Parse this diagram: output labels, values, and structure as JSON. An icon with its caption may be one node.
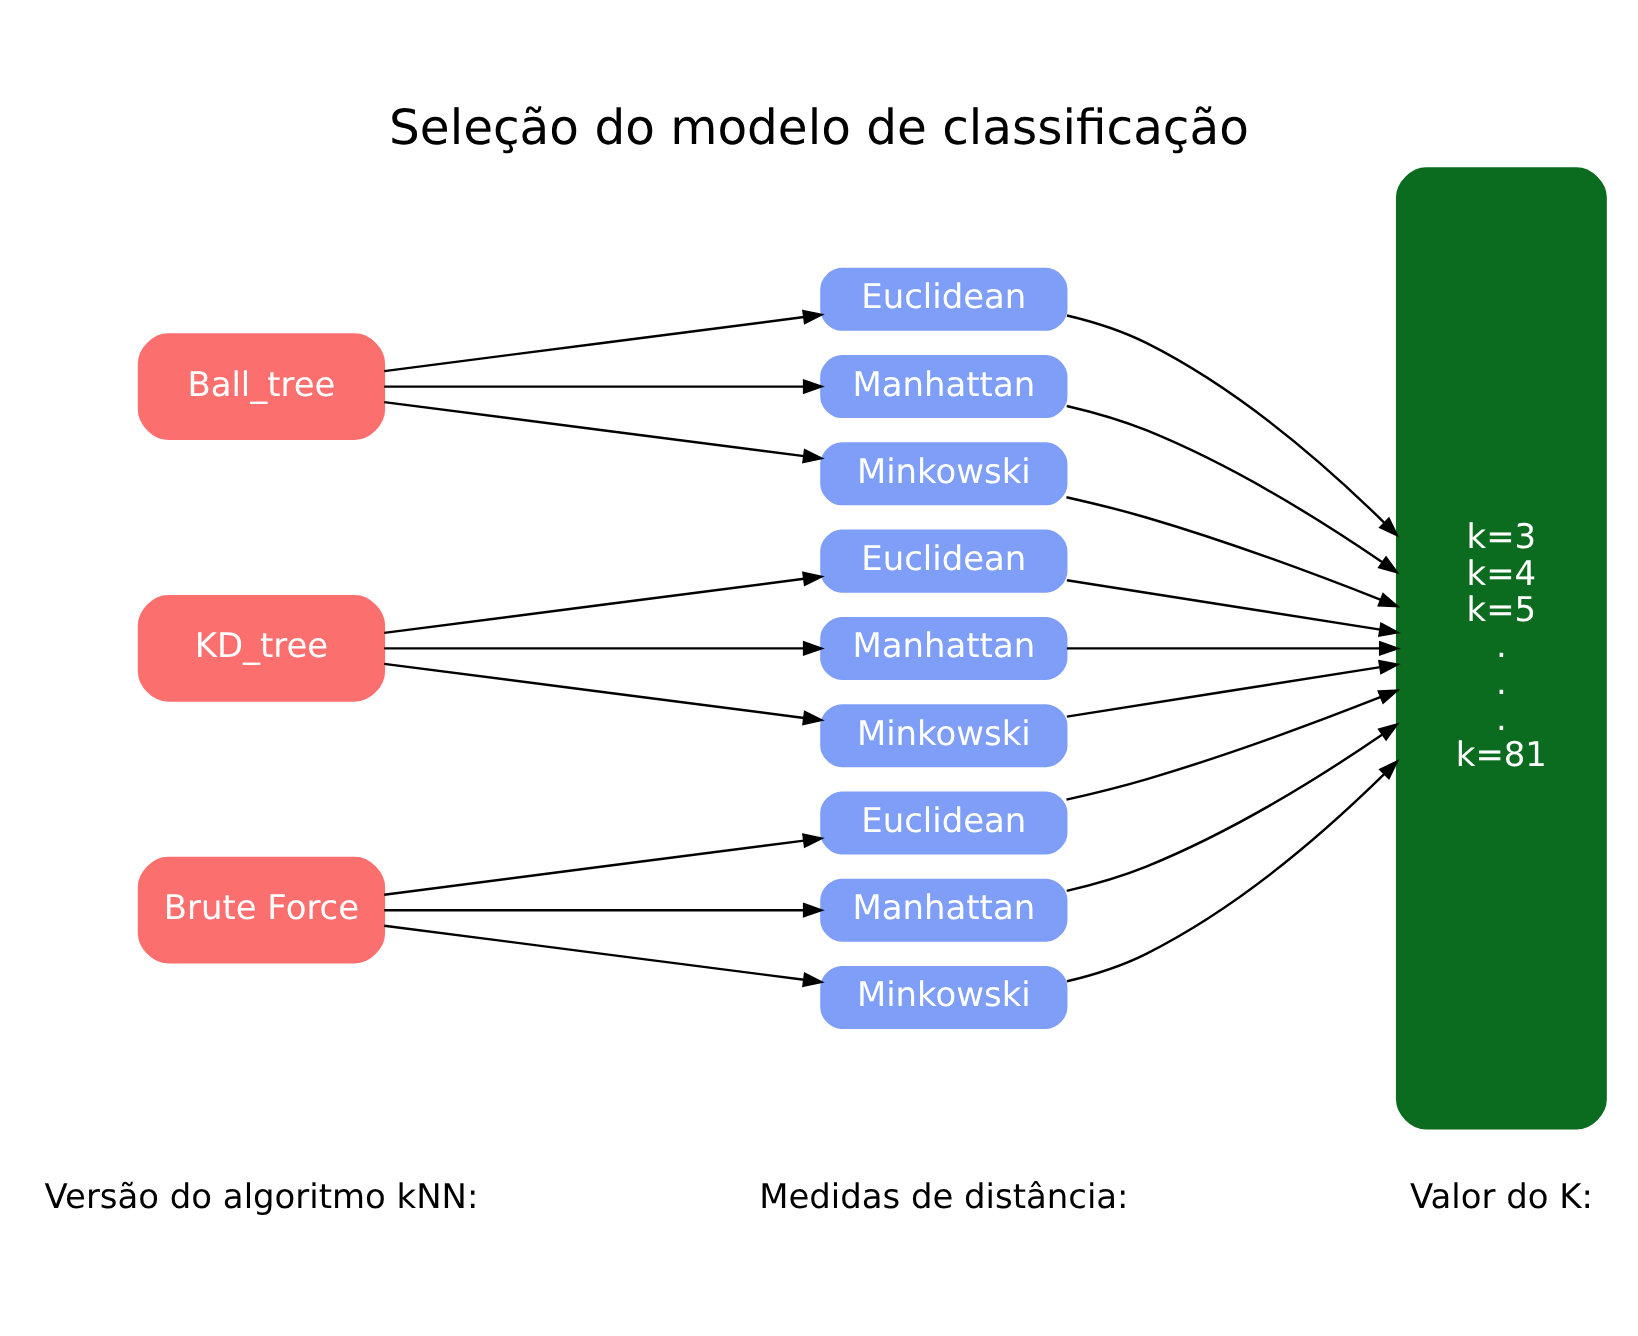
{
  "diagram": {
    "title": "Seleção do modelo de classificação",
    "nodes": [
      {
        "text": [
          "Ball_tree"
        ]
      },
      {
        "text": [
          "Euclidean"
        ]
      },
      {
        "text": [
          "Manhattan"
        ]
      },
      {
        "text": [
          "Minkowski"
        ]
      },
      {
        "text": [
          "KD_tree"
        ]
      },
      {
        "text": [
          "Euclidean"
        ]
      },
      {
        "text": [
          "Manhattan"
        ]
      },
      {
        "text": [
          "Minkowski"
        ]
      },
      {
        "text": [
          "Brute Force"
        ]
      },
      {
        "text": [
          "Euclidean"
        ]
      },
      {
        "text": [
          "Manhattan"
        ]
      },
      {
        "text": [
          "Minkowski"
        ]
      },
      {
        "text": [
          "k=3",
          "k=4",
          "k=5",
          ".",
          ".",
          ".",
          "k=81"
        ]
      }
    ],
    "edges": [
      {
        "from": 0,
        "to": 1,
        "arrow": "to"
      },
      {
        "from": 0,
        "to": 2,
        "arrow": "to"
      },
      {
        "from": 0,
        "to": 3,
        "arrow": "to"
      },
      {
        "from": 1,
        "to": 12,
        "arrow": "to"
      },
      {
        "from": 2,
        "to": 12,
        "arrow": "to"
      },
      {
        "from": 3,
        "to": 12,
        "arrow": "to"
      },
      {
        "from": 4,
        "to": 5,
        "arrow": "to"
      },
      {
        "from": 4,
        "to": 6,
        "arrow": "to"
      },
      {
        "from": 4,
        "to": 7,
        "arrow": "to"
      },
      {
        "from": 5,
        "to": 12,
        "arrow": "to"
      },
      {
        "from": 6,
        "to": 12,
        "arrow": "to"
      },
      {
        "from": 7,
        "to": 12,
        "arrow": "to"
      },
      {
        "from": 8,
        "to": 9,
        "arrow": "to"
      },
      {
        "from": 8,
        "to": 10,
        "arrow": "to"
      },
      {
        "from": 8,
        "to": 11,
        "arrow": "to"
      },
      {
        "from": 9,
        "to": 12,
        "arrow": "to"
      },
      {
        "from": 10,
        "to": 12,
        "arrow": "to"
      },
      {
        "from": 11,
        "to": 12,
        "arrow": "to"
      }
    ],
    "labels": [
      "Versão do algoritmo kNN:",
      "Medidas de distância:",
      "Valor do K:"
    ]
  }
}
